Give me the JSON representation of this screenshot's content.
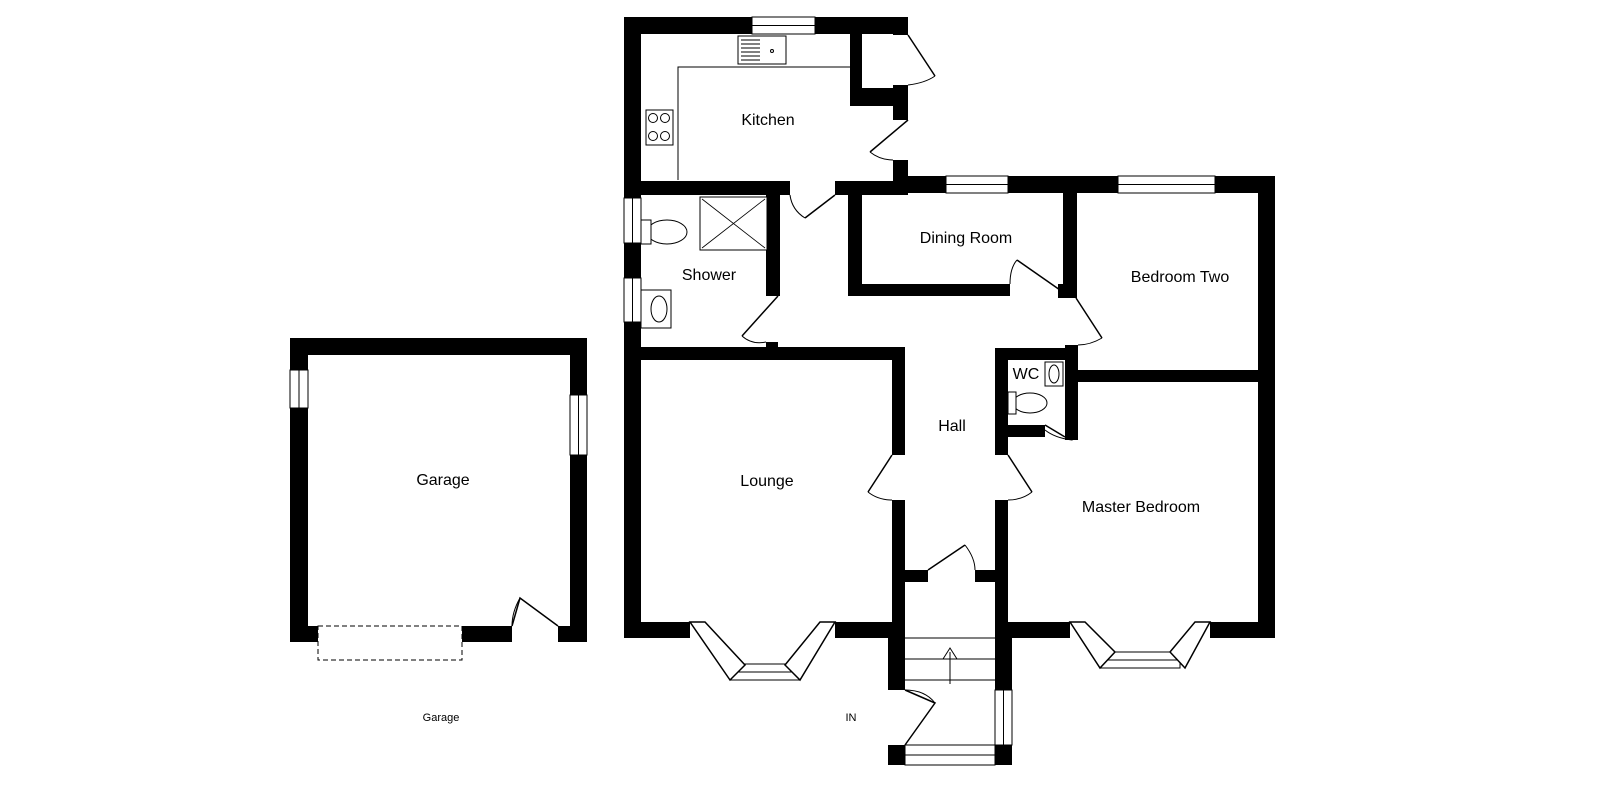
{
  "plan": {
    "rooms": {
      "kitchen": "Kitchen",
      "dining_room": "Dining Room",
      "bedroom_two": "Bedroom Two",
      "shower": "Shower",
      "wc": "WC",
      "hall": "Hall",
      "lounge": "Lounge",
      "master_bedroom": "Master Bedroom",
      "garage": "Garage"
    },
    "captions": {
      "garage": "Garage",
      "entrance": "IN"
    },
    "colors": {
      "wall": "#000000",
      "background": "#ffffff"
    }
  }
}
